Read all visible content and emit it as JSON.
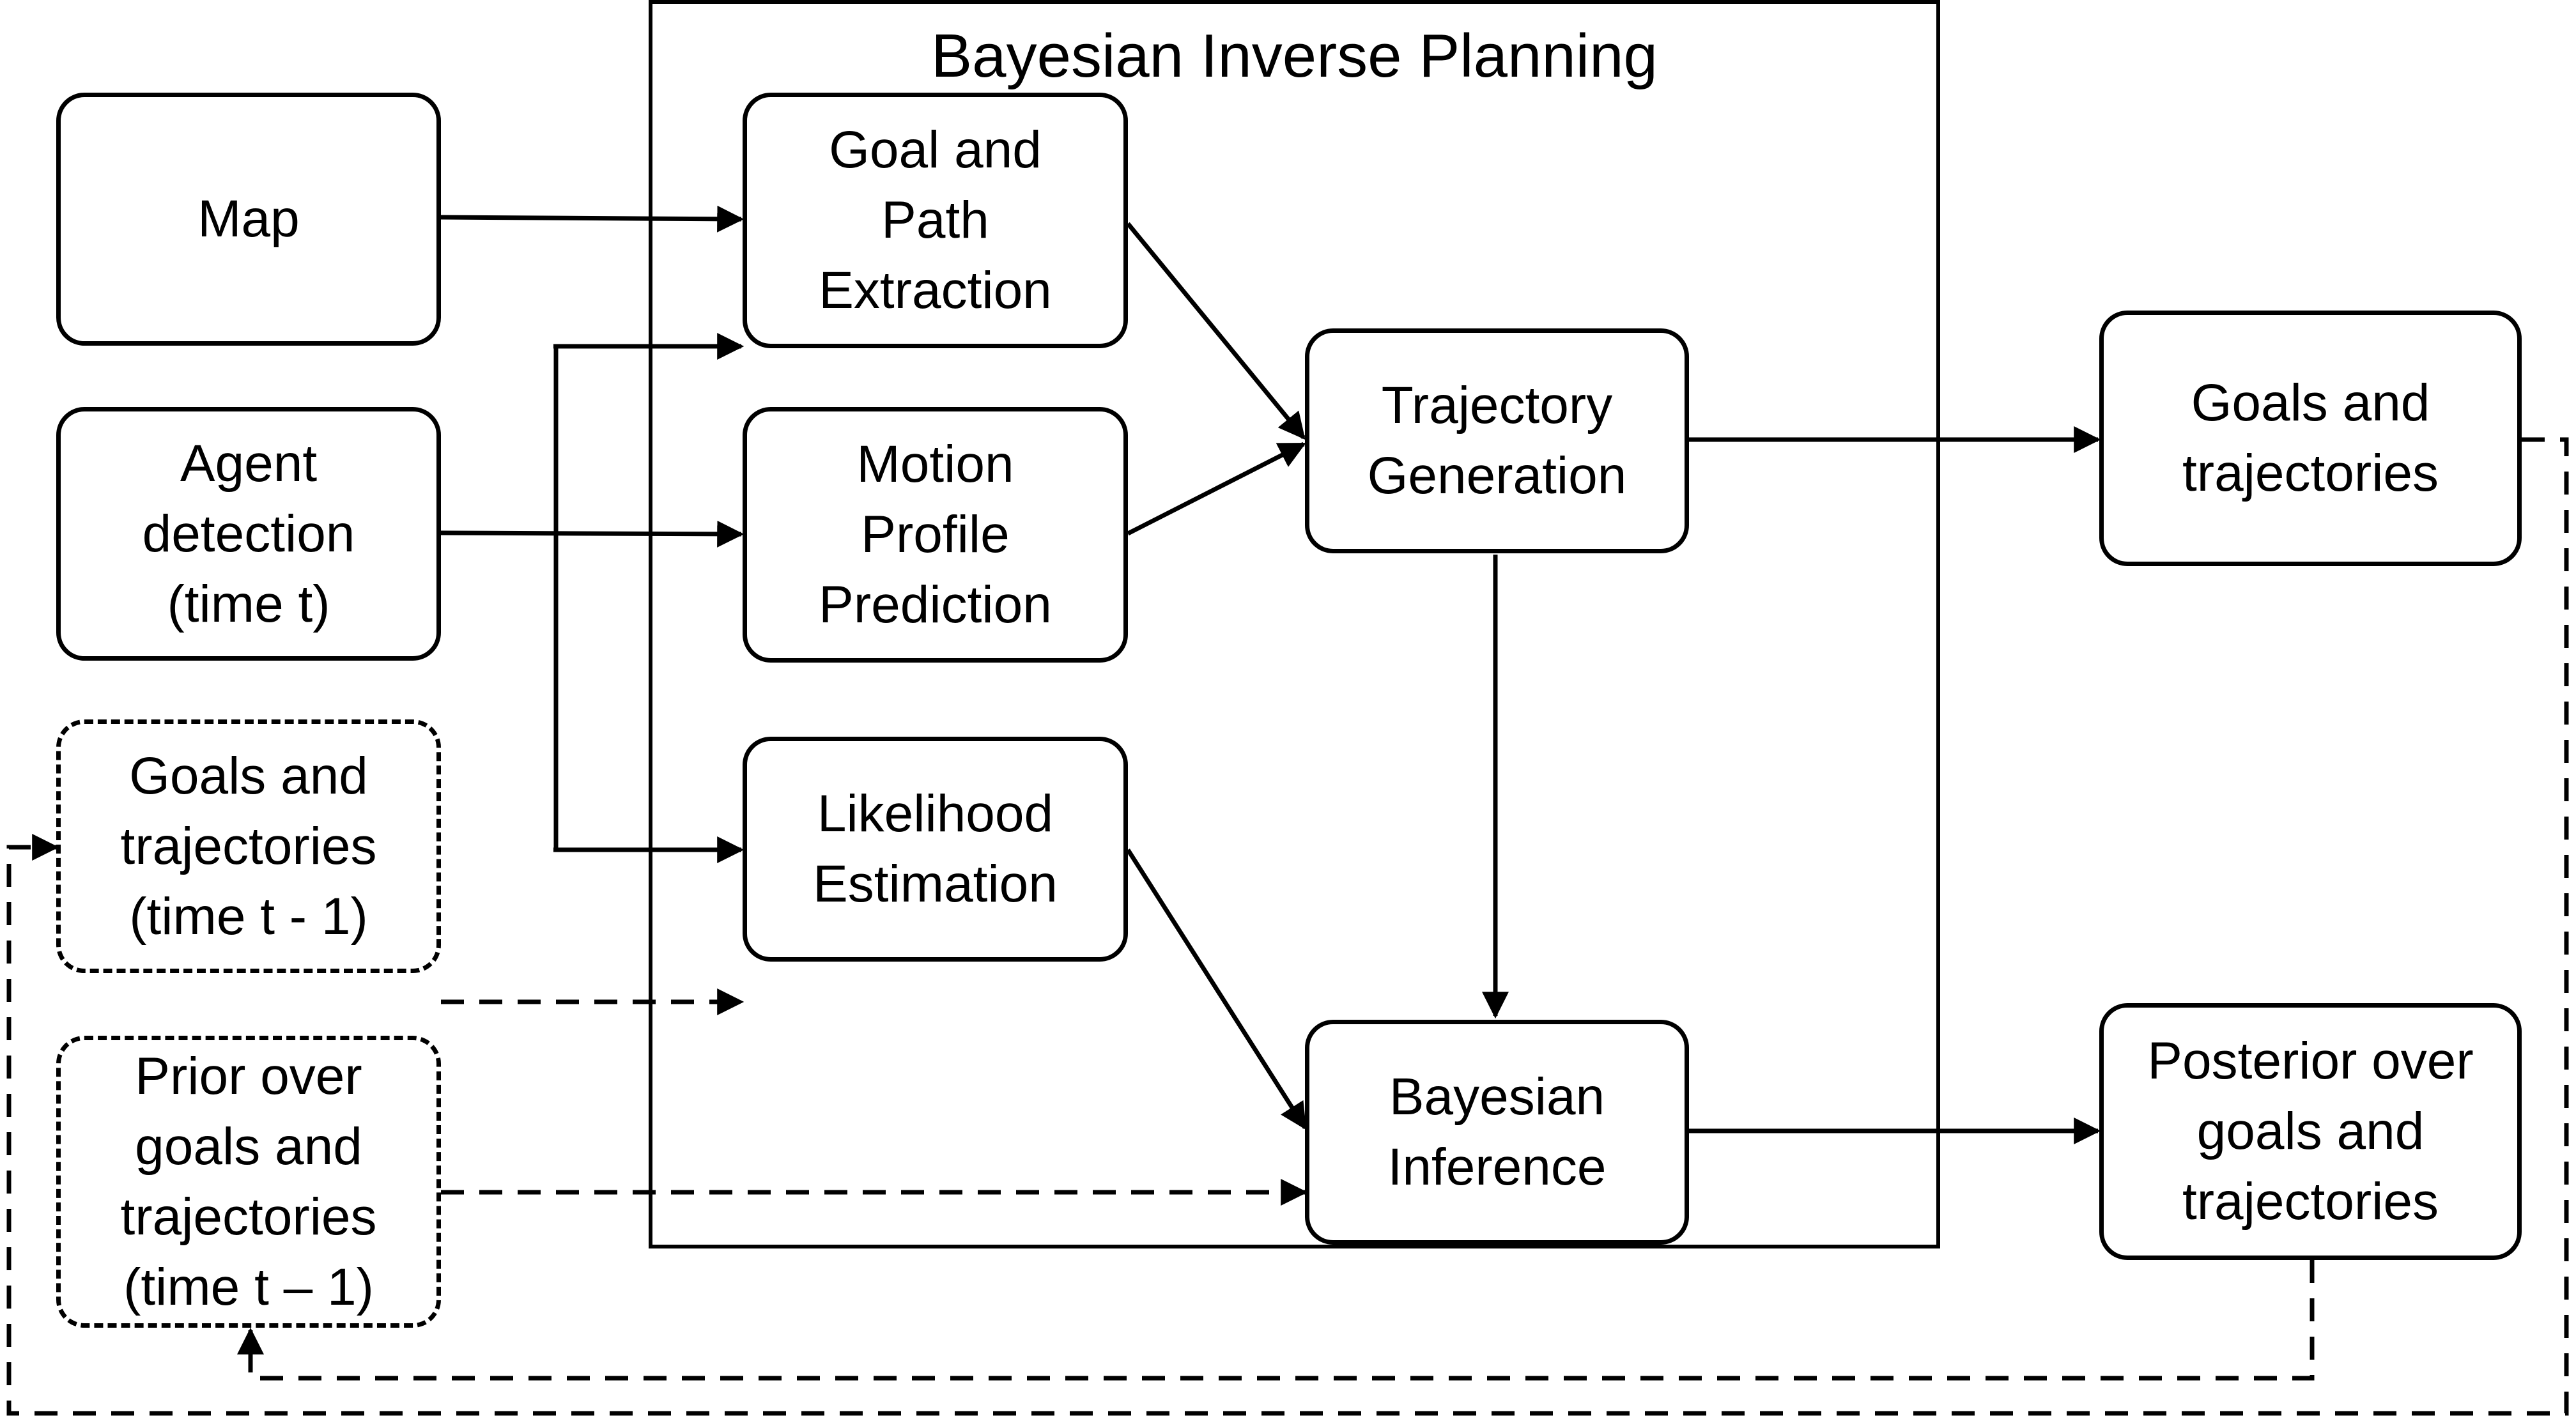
{
  "diagram": {
    "title": "Bayesian Inverse Planning",
    "inputs": {
      "map": "Map",
      "agent_detection": "Agent\ndetection\n(time t)",
      "goals_prev": "Goals and\ntrajectories\n(time t - 1)",
      "prior_prev": "Prior over\ngoals and\ntrajectories\n(time t – 1)"
    },
    "modules": {
      "goal_path": "Goal and\nPath\nExtraction",
      "motion_profile": "Motion\nProfile\nPrediction",
      "likelihood": "Likelihood\nEstimation",
      "trajectory_generation": "Trajectory\nGeneration",
      "bayesian_inference": "Bayesian\nInference"
    },
    "outputs": {
      "goals_trajectories": "Goals and\ntrajectories",
      "posterior": "Posterior over\ngoals and\ntrajectories"
    }
  }
}
